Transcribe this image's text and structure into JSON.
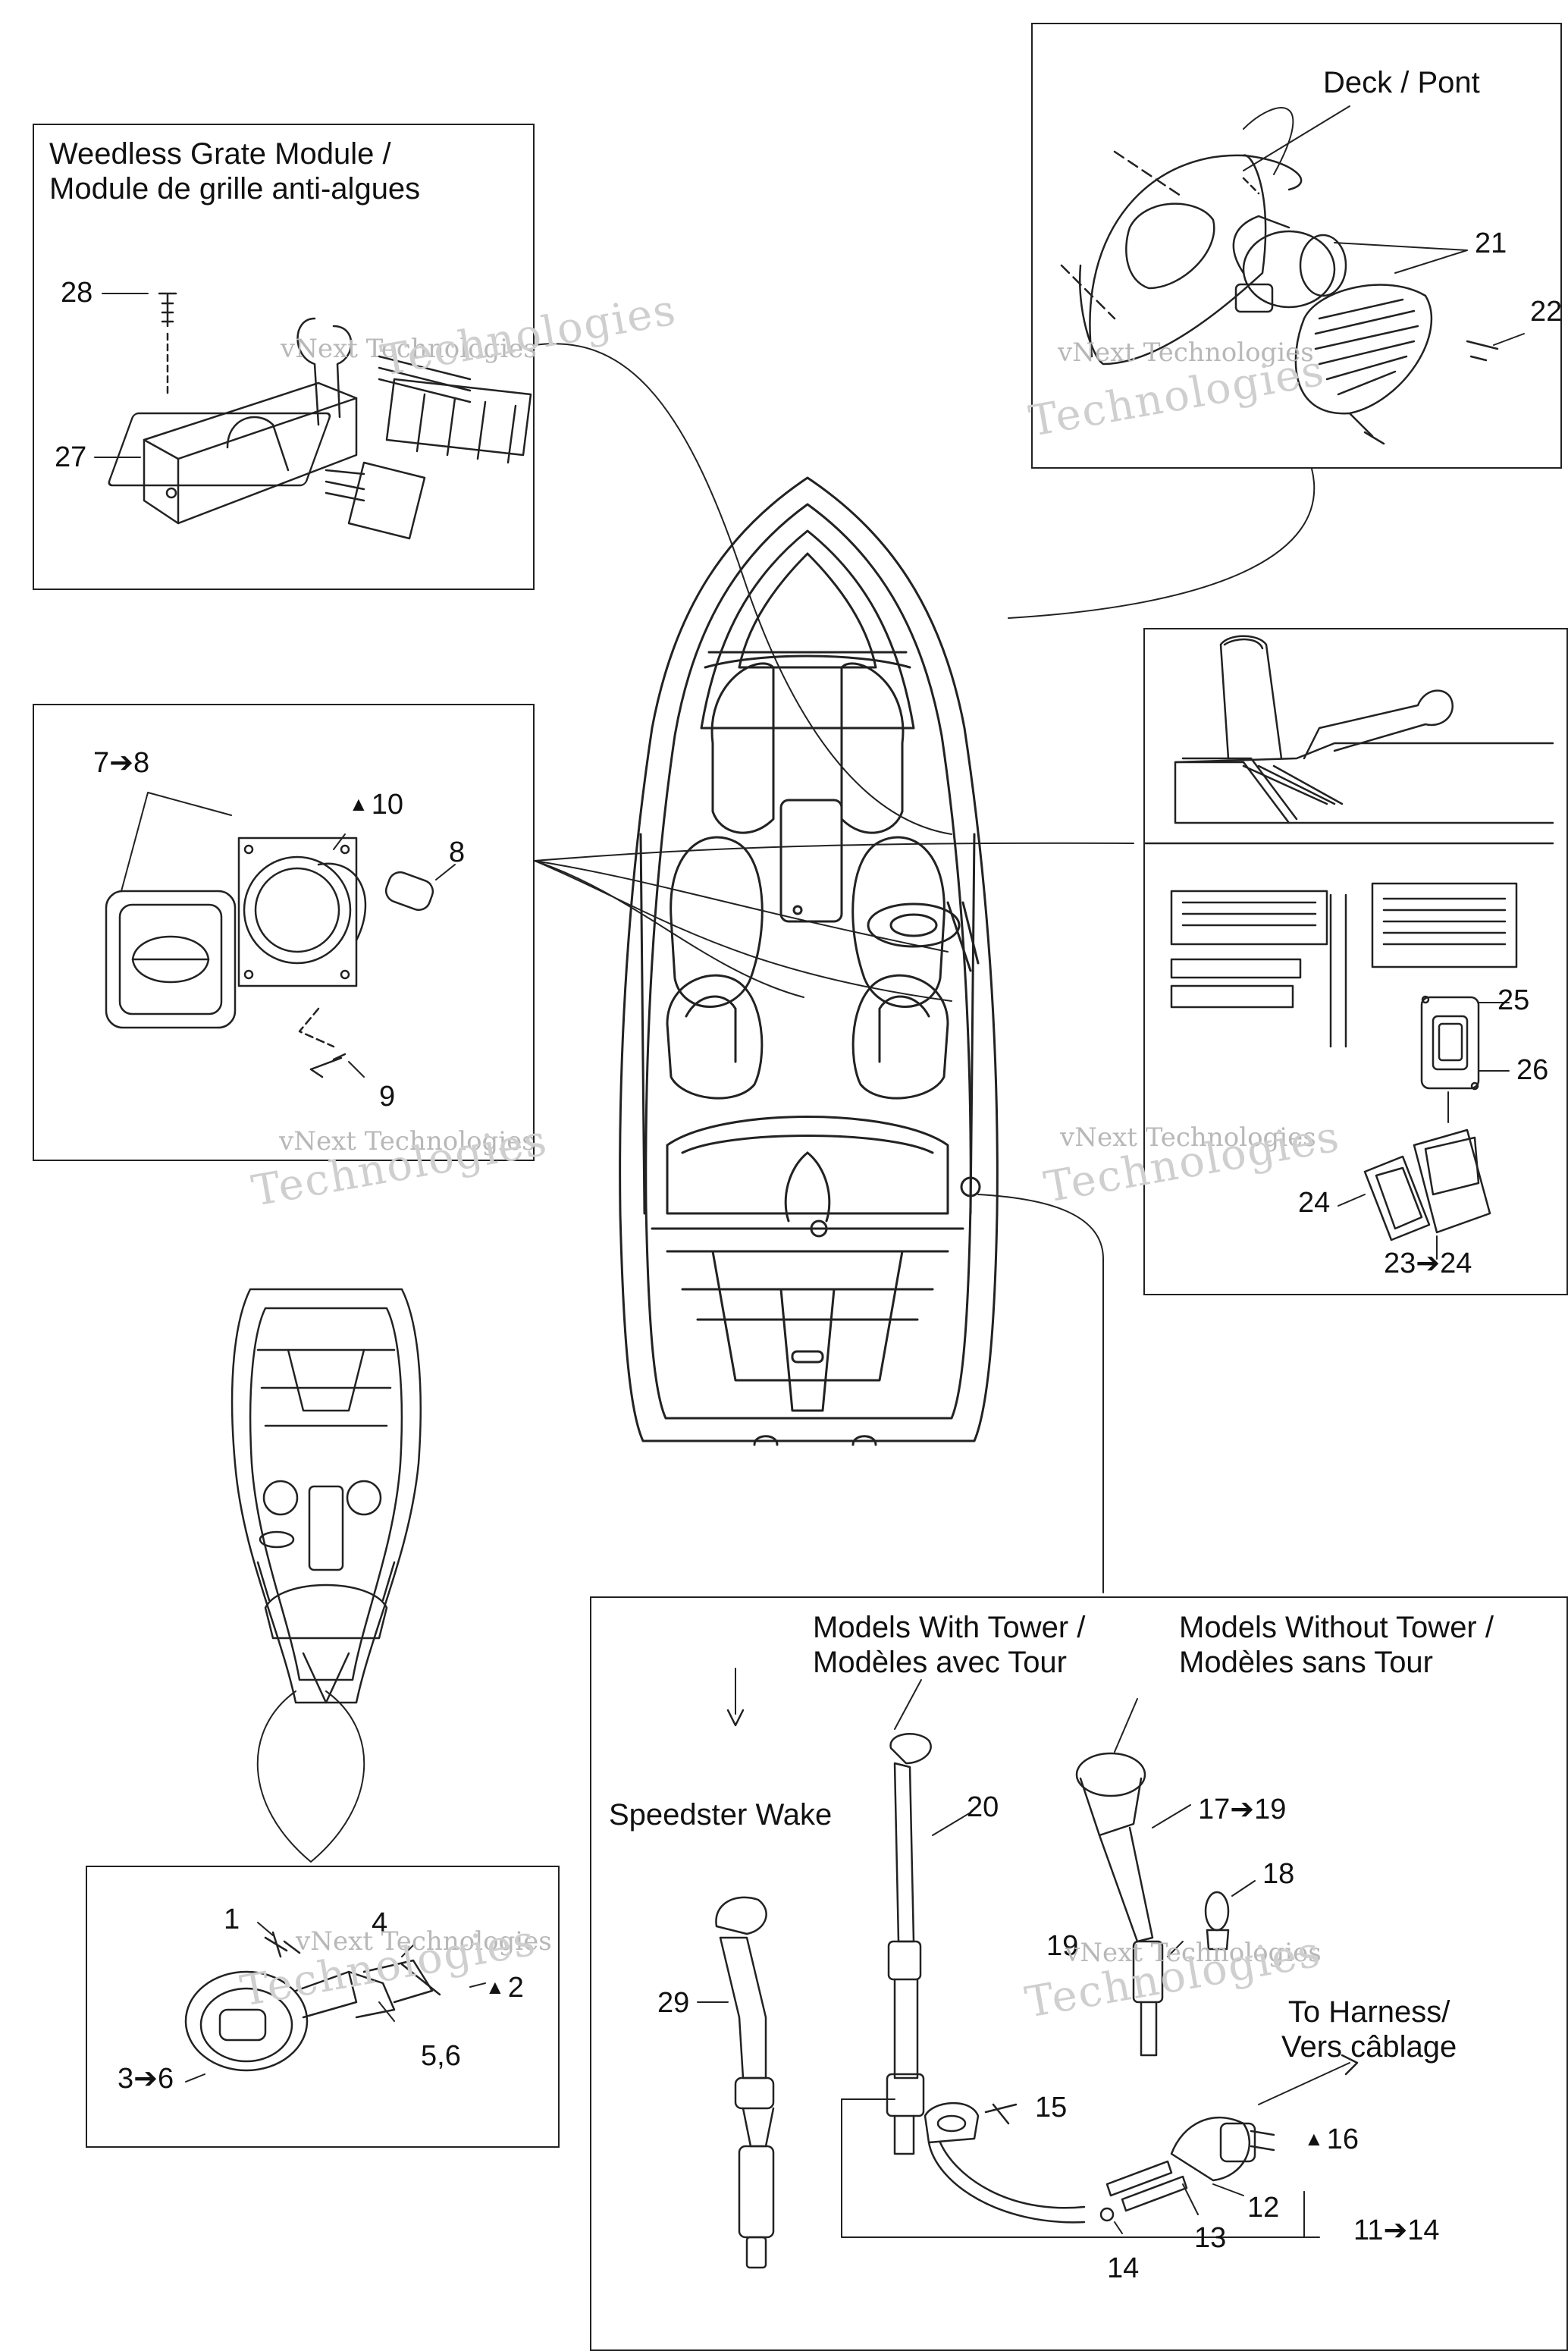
{
  "colors": {
    "line": "#222222",
    "watermark": "#b8b8b8",
    "background": "#ffffff"
  },
  "panels": {
    "weedless": {
      "title": "Weedless Grate Module /\nModule de grille anti-algues"
    },
    "deck": {
      "title": "Deck / Pont"
    },
    "lights": {
      "tower": "Models With Tower /\nModèles avec Tour",
      "no_tower": "Models Without Tower /\nModèles sans Tour",
      "speedster": "Speedster Wake",
      "harness": "To Harness/\nVers câblage"
    }
  },
  "callouts": {
    "c1": "1",
    "c2": "2",
    "c3_6": "3➔6",
    "c4": "4",
    "c5_6": "5,6",
    "c7_8": "7➔8",
    "c8": "8",
    "c9": "9",
    "c10": "10",
    "c11_14": "11➔14",
    "c12": "12",
    "c13": "13",
    "c14": "14",
    "c15": "15",
    "c16": "16",
    "c17_19": "17➔19",
    "c18": "18",
    "c19": "19",
    "c20": "20",
    "c21": "21",
    "c22": "22",
    "c23_24": "23➔24",
    "c24": "24",
    "c25": "25",
    "c26": "26",
    "c27": "27",
    "c28": "28",
    "c29": "29"
  },
  "watermark": {
    "line1": "vNext Technologies",
    "line2": "Technologies",
    "prefix": "vNext"
  }
}
